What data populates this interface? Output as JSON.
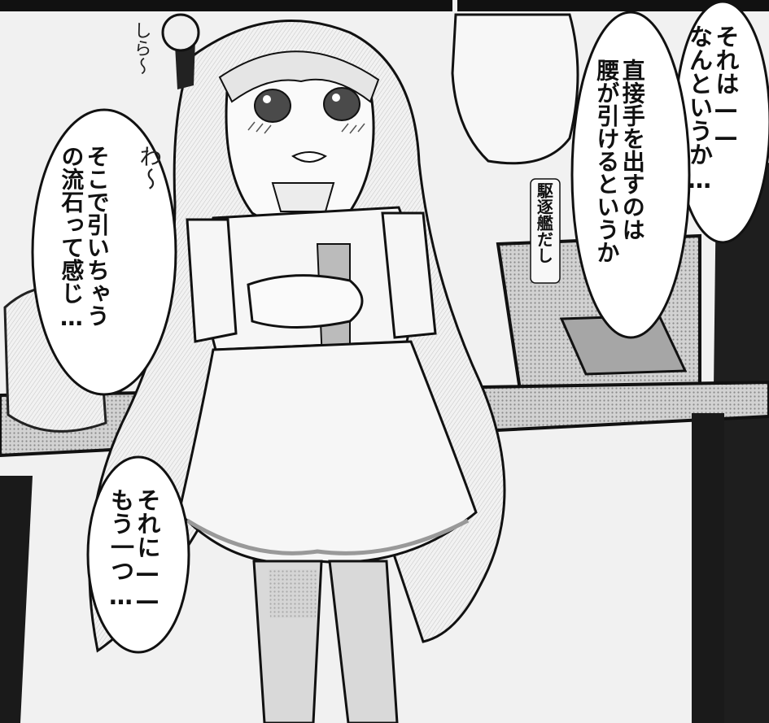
{
  "palette": {
    "ink": "#111111",
    "paper": "#ffffff",
    "screentone": "#bdbdbd",
    "dark_tone": "#3a3a3a"
  },
  "bubble_right": {
    "line1": "それは——",
    "line2": "なんというか…"
  },
  "bubble_center": {
    "line1": "直接手を出すのは",
    "line2": "腰が引けるというか"
  },
  "aside": "駆逐艦だし",
  "sfx_shira": "しら〜",
  "sfx_wa": "わ〜",
  "bubble_left": {
    "line1": "そこで引いちゃう",
    "line2": "の流石って感じ…"
  },
  "bubble_bottom": {
    "line1": "それに——",
    "line2": "もう一つ…"
  }
}
